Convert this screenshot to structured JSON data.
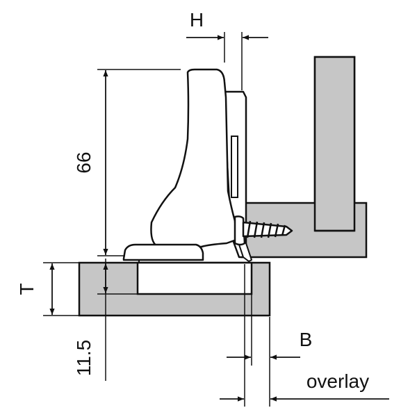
{
  "labels": {
    "h": "H",
    "dim_66": "66",
    "t": "T",
    "dim_11_5": "11.5",
    "b": "B",
    "overlay": "overlay"
  },
  "colors": {
    "panel_fill": "#c6c6c6",
    "line": "#111111",
    "background": "#ffffff"
  },
  "icons": {
    "screw": "screw-icon"
  }
}
